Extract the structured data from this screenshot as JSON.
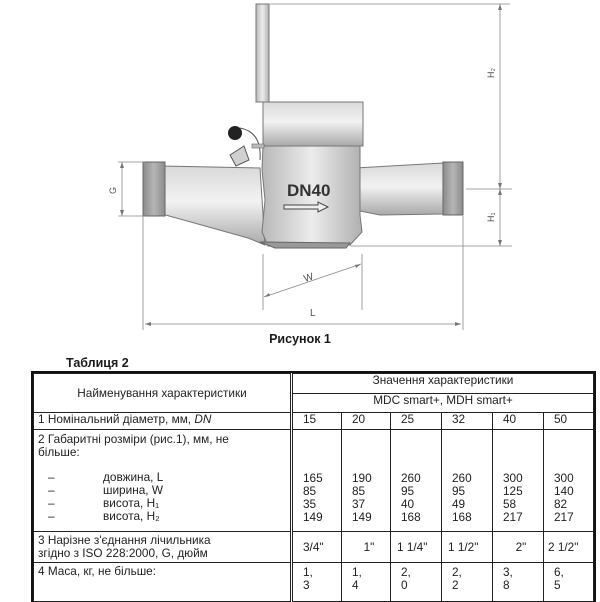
{
  "figure": {
    "caption": "Рисунок 1",
    "body_label": "DN40",
    "dimension_labels": {
      "G": "G",
      "H1": "H₁",
      "H2": "H₂",
      "W": "W",
      "L": "L"
    }
  },
  "table": {
    "title": "Таблиця 2",
    "header": {
      "name_col": "Найменування характеристики",
      "values_col": "Значення характеристики",
      "models": "MDC smart+, MDH smart+"
    },
    "rows": [
      {
        "label": "1 Номінальний діаметр, мм, DN",
        "label_main": "1 Номінальний діаметр, мм, ",
        "label_italic": "DN",
        "values": [
          "15",
          "20",
          "25",
          "32",
          "40",
          "50"
        ]
      },
      {
        "label": "2 Габаритні розміри (рис.1), мм, не більше:",
        "label_line1": "2 Габаритні розміри (рис.1), мм, не",
        "label_line2": "більше:",
        "subrows": [
          {
            "dash": "–",
            "label": "довжина, L",
            "values": [
              "165",
              "190",
              "260",
              "260",
              "300",
              "300"
            ]
          },
          {
            "dash": "–",
            "label": "ширина, W",
            "values": [
              "85",
              "85",
              "95",
              "95",
              "125",
              "140"
            ]
          },
          {
            "dash": "–",
            "label": "висота, H₁",
            "values": [
              "35",
              "37",
              "40",
              "49",
              "58",
              "82"
            ]
          },
          {
            "dash": "–",
            "label": "висота, H₂",
            "values": [
              "149",
              "149",
              "168",
              "168",
              "217",
              "217"
            ]
          }
        ]
      },
      {
        "label_line1": "3 Нарізне з'єднання лічильника",
        "label_line2": "згідно з ISO 228:2000, G, дюйм",
        "values": [
          "3/4\"",
          "1\"",
          "1 1/4\"",
          "1 1/2\"",
          "2\"",
          "2 1/2\""
        ]
      },
      {
        "label": "4 Маса, кг, не більше:",
        "values": [
          {
            "line1": "1,",
            "line2": "3"
          },
          {
            "line1": "1,",
            "line2": "4"
          },
          {
            "line1": "2,",
            "line2": "0"
          },
          {
            "line1": "2,",
            "line2": "2"
          },
          {
            "line1": "3,",
            "line2": "8"
          },
          {
            "line1": "6,",
            "line2": "5"
          }
        ]
      }
    ]
  }
}
